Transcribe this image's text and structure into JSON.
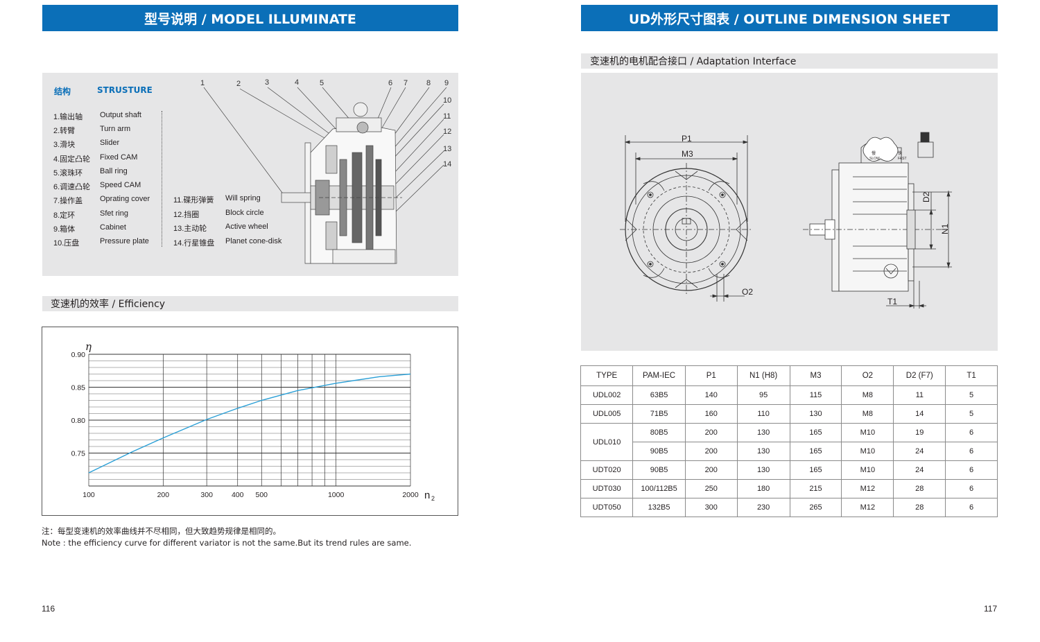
{
  "left_banner": "型号说明 / MODEL ILLUMINATE",
  "right_banner": "UD外形尺寸图表 / OUTLINE DIMENSION SHEET",
  "structure": {
    "title_cn": "结构",
    "title_en": "STRUSTURE",
    "parts_left": [
      {
        "cn": "1.输出轴",
        "en": "Output shaft"
      },
      {
        "cn": "2.转臂",
        "en": "Turn arm"
      },
      {
        "cn": "3.滑块",
        "en": "Slider"
      },
      {
        "cn": "4.固定凸轮",
        "en": "Fixed CAM"
      },
      {
        "cn": "5.滚珠环",
        "en": "Ball ring"
      },
      {
        "cn": "6.调速凸轮",
        "en": "Speed CAM"
      },
      {
        "cn": "7.操作盖",
        "en": "Oprating cover"
      },
      {
        "cn": "8.定环",
        "en": "Sfet ring"
      },
      {
        "cn": "9.箱体",
        "en": "Cabinet"
      },
      {
        "cn": "10.压盘",
        "en": "Pressure plate"
      }
    ],
    "parts_right": [
      {
        "cn": "11.碟形弹簧",
        "en": "Will spring"
      },
      {
        "cn": "12.挡圈",
        "en": "Block circle"
      },
      {
        "cn": "13.主动轮",
        "en": "Active wheel"
      },
      {
        "cn": "14.行星锥盘",
        "en": "Planet cone-disk"
      }
    ],
    "callouts": [
      "1",
      "2",
      "3",
      "4",
      "5",
      "6",
      "7",
      "8",
      "9",
      "10",
      "11",
      "12",
      "13",
      "14"
    ]
  },
  "efficiency_section": "变速机的效率 / Efficiency",
  "chart_data": {
    "type": "line",
    "title": "",
    "ylabel": "η",
    "xlabel": "n2",
    "xlabel_main": "n",
    "xlabel_sub": "2",
    "x_scale": "log",
    "xlim": [
      100,
      2000
    ],
    "ylim": [
      0.7,
      0.9
    ],
    "y_ticks": [
      "0.90",
      "0.85",
      "0.80",
      "0.75"
    ],
    "y_tick_values": [
      0.9,
      0.85,
      0.8,
      0.75
    ],
    "x_ticks": [
      "100",
      "200",
      "300",
      "400",
      "500",
      "1000",
      "2000"
    ],
    "x_tick_values": [
      100,
      200,
      300,
      400,
      500,
      1000,
      2000
    ],
    "grid": true,
    "series": [
      {
        "color": "#2a9fd6",
        "x": [
          100,
          150,
          200,
          300,
          400,
          500,
          700,
          1000,
          1500,
          2000
        ],
        "y": [
          0.72,
          0.752,
          0.773,
          0.801,
          0.818,
          0.83,
          0.845,
          0.856,
          0.866,
          0.87
        ]
      }
    ]
  },
  "notes": {
    "cn": "注：每型变速机的效率曲线并不尽相同，但大致趋势规律是相同的。",
    "en": "Note : the efficiency curve for different variator is not the same.But its trend rules are same."
  },
  "adaptation_section": "变速机的电机配合接口 / Adaptation Interface",
  "drawing_labels": {
    "p1": "P1",
    "m3": "M3",
    "o2": "O2",
    "d2": "D2",
    "n1": "N1",
    "t1": "T1",
    "slow": "SLOW",
    "fast": "FAST",
    "slow_cn": "慢",
    "fast_cn": "快"
  },
  "table": {
    "headers": [
      "TYPE",
      "PAM-IEC",
      "P1",
      "N1 (H8)",
      "M3",
      "O2",
      "D2 (F7)",
      "T1"
    ],
    "rows": [
      {
        "type": "UDL002",
        "pam": "63B5",
        "p1": "140",
        "n1": "95",
        "m3": "115",
        "o2": "M8",
        "d2": "11",
        "t1": "5"
      },
      {
        "type": "UDL005",
        "pam": "71B5",
        "p1": "160",
        "n1": "110",
        "m3": "130",
        "o2": "M8",
        "d2": "14",
        "t1": "5"
      },
      {
        "type": "UDL010",
        "pam": "80B5",
        "p1": "200",
        "n1": "130",
        "m3": "165",
        "o2": "M10",
        "d2": "19",
        "t1": "6"
      },
      {
        "type": "",
        "pam": "90B5",
        "p1": "200",
        "n1": "130",
        "m3": "165",
        "o2": "M10",
        "d2": "24",
        "t1": "6"
      },
      {
        "type": "UDT020",
        "pam": "90B5",
        "p1": "200",
        "n1": "130",
        "m3": "165",
        "o2": "M10",
        "d2": "24",
        "t1": "6"
      },
      {
        "type": "UDT030",
        "pam": "100/112B5",
        "p1": "250",
        "n1": "180",
        "m3": "215",
        "o2": "M12",
        "d2": "28",
        "t1": "6"
      },
      {
        "type": "UDT050",
        "pam": "132B5",
        "p1": "300",
        "n1": "230",
        "m3": "265",
        "o2": "M12",
        "d2": "28",
        "t1": "6"
      }
    ]
  },
  "page_left": "116",
  "page_right": "117"
}
